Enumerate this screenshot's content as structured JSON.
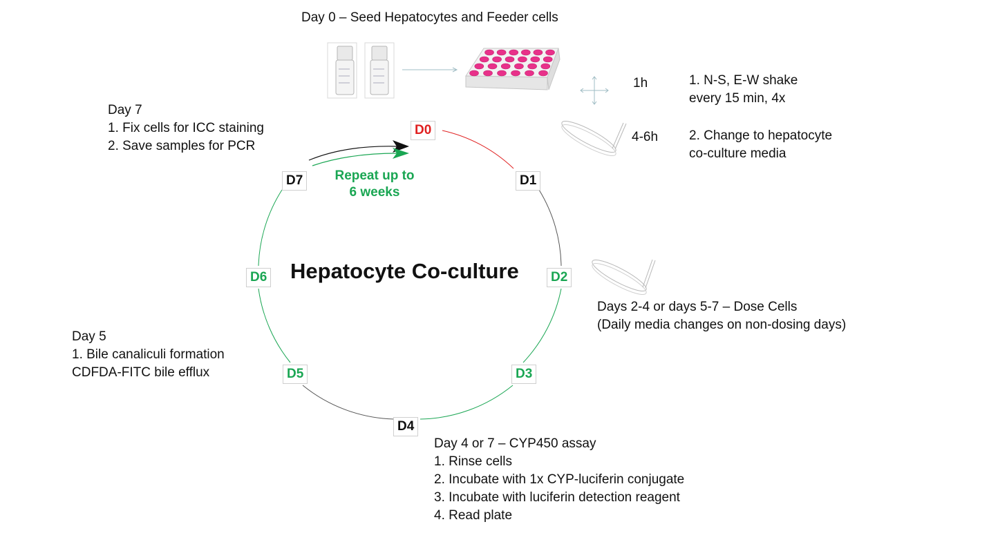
{
  "colors": {
    "red": "#e02020",
    "green": "#1aa653",
    "black": "#111111",
    "pink": "#e8318a"
  },
  "center": {
    "title": "Hepatocyte Co-culture"
  },
  "repeat": {
    "line1": "Repeat up to",
    "line2": "6 weeks"
  },
  "days": [
    {
      "id": "d0",
      "label": "D0",
      "color": "red"
    },
    {
      "id": "d1",
      "label": "D1",
      "color": "black"
    },
    {
      "id": "d2",
      "label": "D2",
      "color": "green"
    },
    {
      "id": "d3",
      "label": "D3",
      "color": "green"
    },
    {
      "id": "d4",
      "label": "D4",
      "color": "black"
    },
    {
      "id": "d5",
      "label": "D5",
      "color": "green"
    },
    {
      "id": "d6",
      "label": "D6",
      "color": "green"
    },
    {
      "id": "d7",
      "label": "D7",
      "color": "black"
    }
  ],
  "notes": {
    "day0": "Day 0 – Seed Hepatocytes and Feeder cells",
    "time_1h": "1h",
    "step1_line1": "1. N-S, E-W shake",
    "step1_line2": "every 15 min, 4x",
    "time_4_6h": "4-6h",
    "step2_line1": "2. Change to hepatocyte",
    "step2_line2": "co-culture media",
    "day7_title": "Day 7",
    "day7_line1": "1. Fix cells for ICC staining",
    "day7_line2": "2. Save samples for PCR",
    "dose_line1": "Days 2-4 or days 5-7 – Dose Cells",
    "dose_line2": "(Daily media changes on non-dosing days)",
    "day5_title": "Day 5",
    "day5_line1": "1. Bile canaliculi formation",
    "day5_line2": "CDFDA-FITC bile efflux",
    "day4_title": "Day 4 or 7 – CYP450 assay",
    "day4_line1": "1. Rinse cells",
    "day4_line2": "2. Incubate with 1x CYP-luciferin conjugate",
    "day4_line3": "3. Incubate with luciferin detection reagent",
    "day4_line4": "4. Read plate"
  },
  "icons": {
    "vials": "cryovial-icon",
    "plate": "well-plate-icon",
    "shake": "crosshair-shake-icon",
    "media_change": "petri-dish-pipette-icon"
  }
}
